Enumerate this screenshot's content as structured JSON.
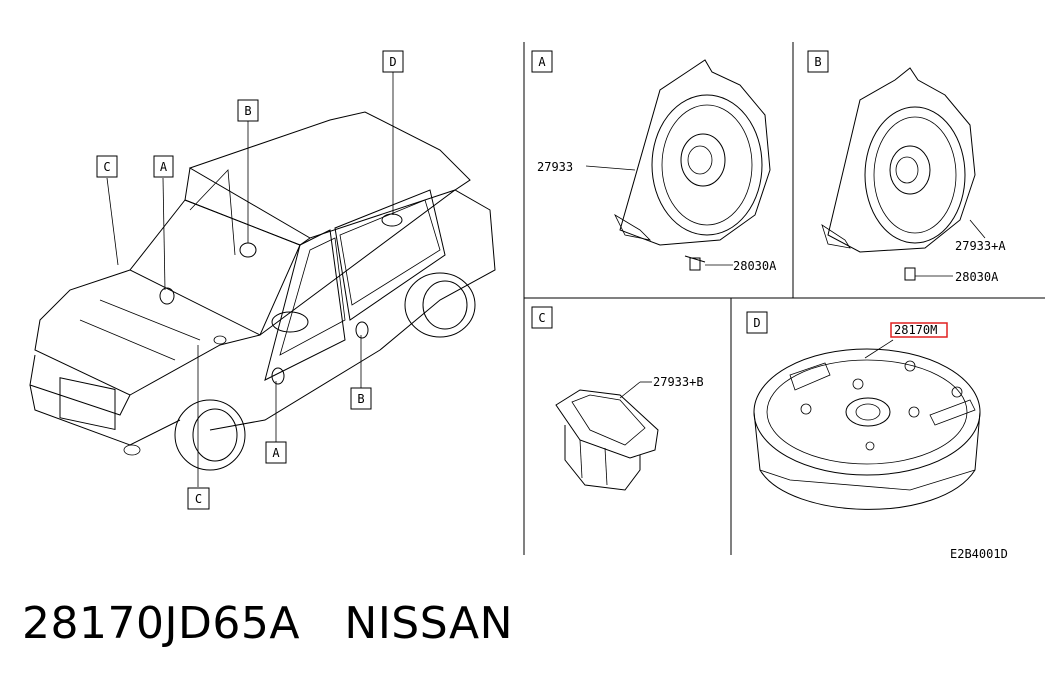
{
  "callouts": {
    "car_A_top": "A",
    "car_B_top": "B",
    "car_C_top": "C",
    "car_D_top": "D",
    "car_B_bottom": "B",
    "car_A_bottom": "A",
    "car_C_bottom": "C"
  },
  "panels": {
    "A": {
      "label": "A",
      "part_main": "27933",
      "part_screw": "28030A"
    },
    "B": {
      "label": "B",
      "part_main": "27933+A",
      "part_screw": "28030A"
    },
    "C": {
      "label": "C",
      "part_main": "27933+B"
    },
    "D": {
      "label": "D",
      "part_main": "28170M"
    }
  },
  "diagram_code": "E2B4001D",
  "caption": "28170JD65A NISSAN",
  "colors": {
    "highlight": "#e02020",
    "line": "#000000"
  }
}
